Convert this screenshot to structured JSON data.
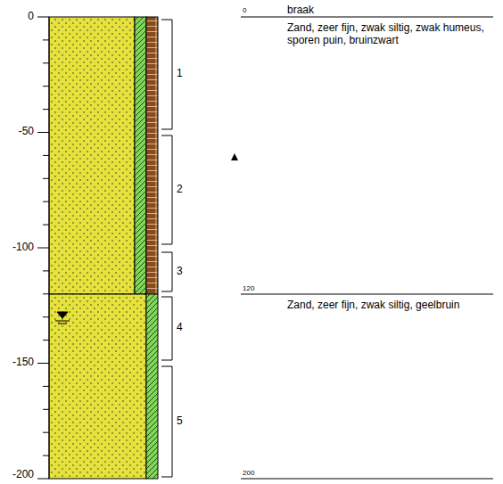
{
  "diagram": {
    "labels": [
      "0",
      "-50",
      "-100",
      "-150",
      "-200",
      "1",
      "2",
      "3",
      "4",
      "5",
      "0",
      "braak",
      "Zand, zeer fijn, zwak siltig, zwak humeus, sporen puin, bruinzwart",
      "120",
      "Zand, zeer fijn, zwak siltig, geelbruin",
      "200"
    ]
  }
}
